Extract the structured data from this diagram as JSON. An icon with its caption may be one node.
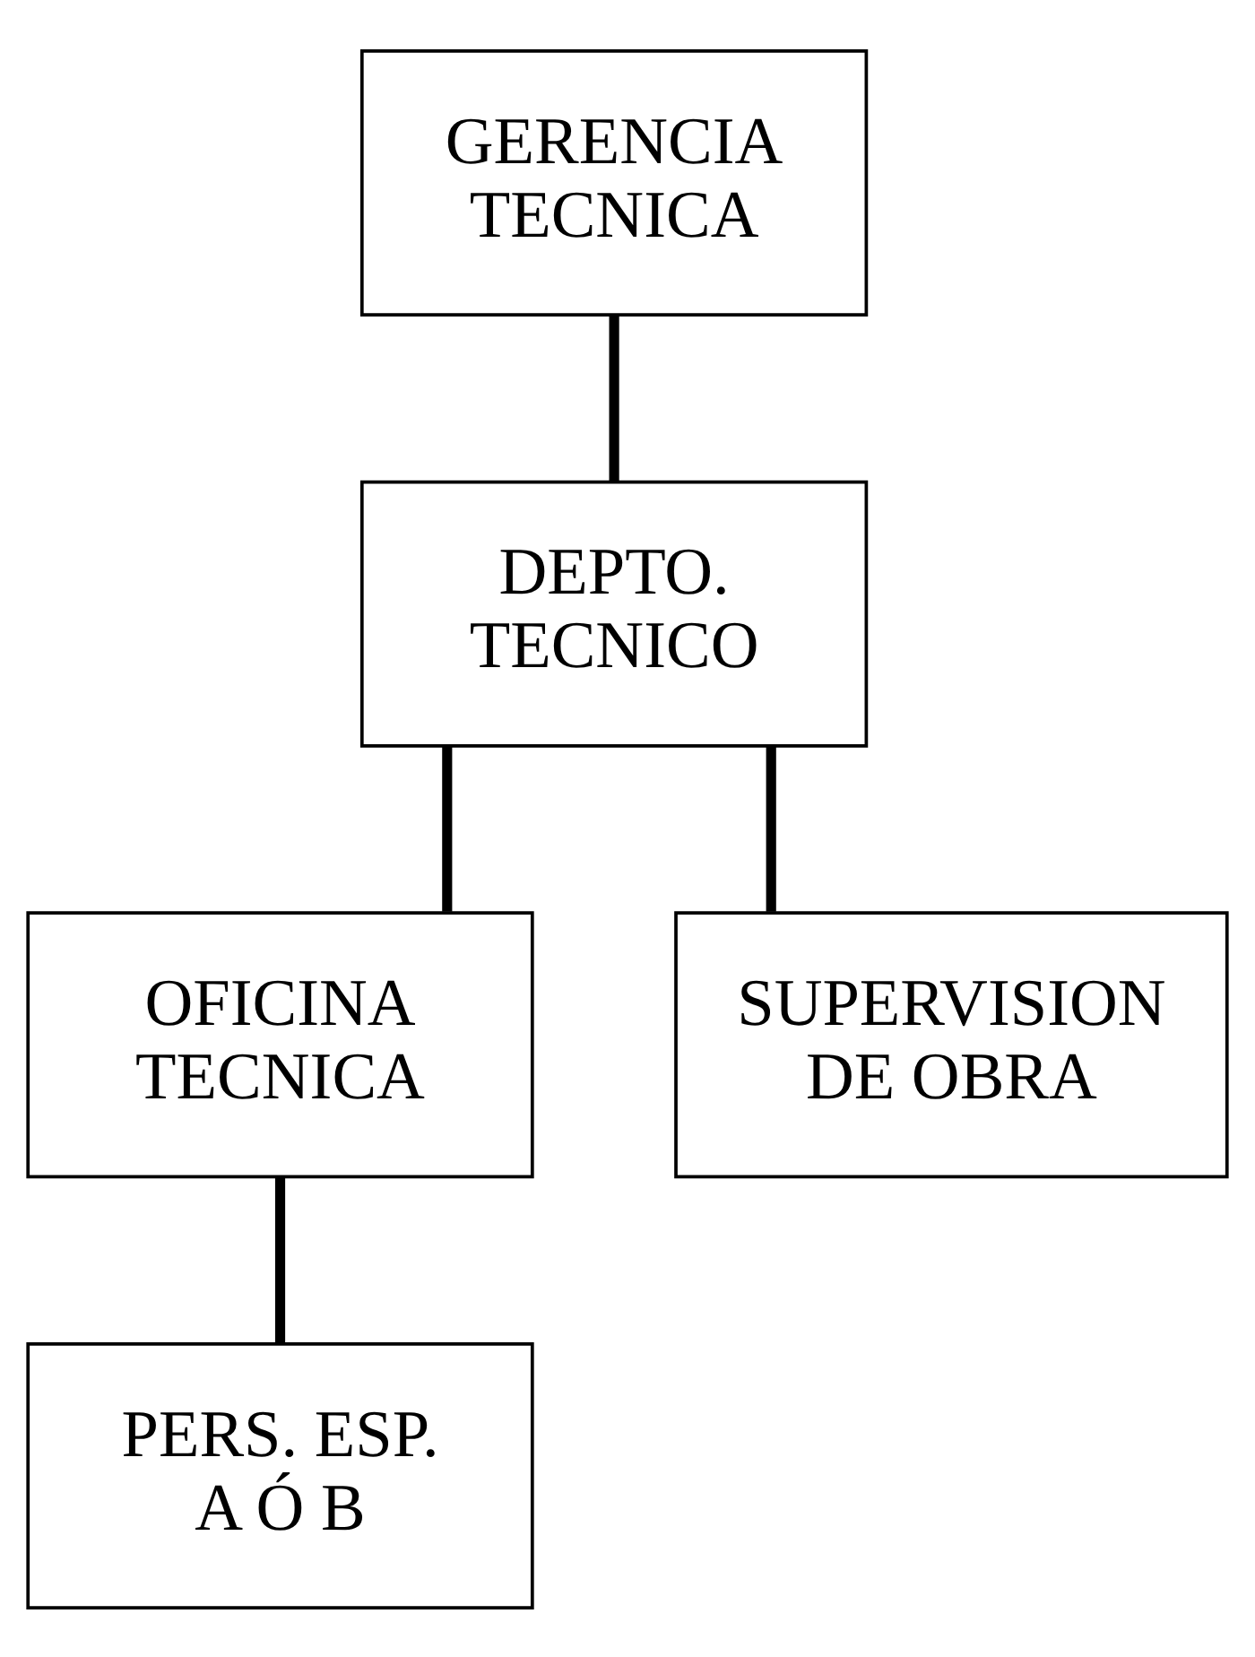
{
  "diagram": {
    "nodes": [
      {
        "text": [
          "GERENCIA TECNICA"
        ]
      },
      {
        "text": [
          "DEPTO. TECNICO"
        ]
      },
      {
        "text": [
          "OFICINA TECNICA"
        ]
      },
      {
        "text": [
          "SUPERVISION DE OBRA"
        ]
      },
      {
        "text": [
          "PERS. ESP. A Ó B"
        ]
      }
    ],
    "edges": [
      {
        "from": 0,
        "to": 1,
        "arrow": "none"
      },
      {
        "from": 1,
        "to": 2,
        "arrow": "none"
      },
      {
        "from": 1,
        "to": 3,
        "arrow": "none"
      },
      {
        "from": 2,
        "to": 4,
        "arrow": "none"
      }
    ]
  }
}
